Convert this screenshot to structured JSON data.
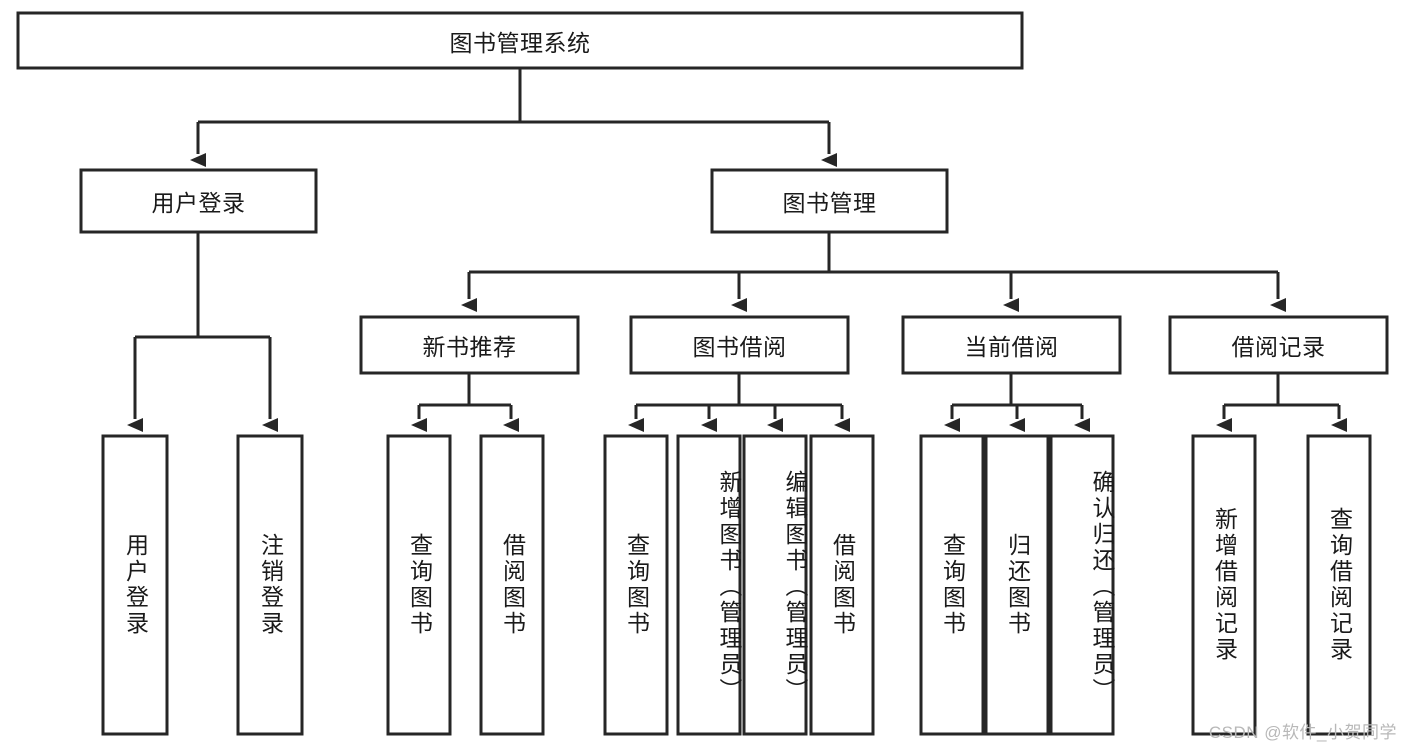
{
  "diagram": {
    "title": "图书管理系统",
    "watermark": "CSDN @软件_小贺同学",
    "colors": {
      "stroke": "#262626",
      "fill": "#ffffff",
      "text": "#1a1a1a",
      "watermark": "#b8b8b8"
    },
    "levels": {
      "root": {
        "label": "图书管理系统"
      },
      "level2": [
        {
          "label": "用户登录"
        },
        {
          "label": "图书管理"
        }
      ],
      "level3": [
        {
          "label": "新书推荐"
        },
        {
          "label": "图书借阅"
        },
        {
          "label": "当前借阅"
        },
        {
          "label": "借阅记录"
        }
      ],
      "level4": [
        {
          "label": "用户登录",
          "parent": "用户登录"
        },
        {
          "label": "注销登录",
          "parent": "用户登录"
        },
        {
          "label": "查询图书",
          "parent": "新书推荐"
        },
        {
          "label": "借阅图书",
          "parent": "新书推荐"
        },
        {
          "label": "查询图书",
          "parent": "图书借阅"
        },
        {
          "label": "新增图书（管理员）",
          "parent": "图书借阅"
        },
        {
          "label": "编辑图书（管理员）",
          "parent": "图书借阅"
        },
        {
          "label": "借阅图书",
          "parent": "图书借阅"
        },
        {
          "label": "查询图书",
          "parent": "当前借阅"
        },
        {
          "label": "归还图书",
          "parent": "当前借阅"
        },
        {
          "label": "确认归还（管理员）",
          "parent": "当前借阅"
        },
        {
          "label": "新增借阅记录",
          "parent": "借阅记录"
        },
        {
          "label": "查询借阅记录",
          "parent": "借阅记录"
        }
      ]
    }
  }
}
